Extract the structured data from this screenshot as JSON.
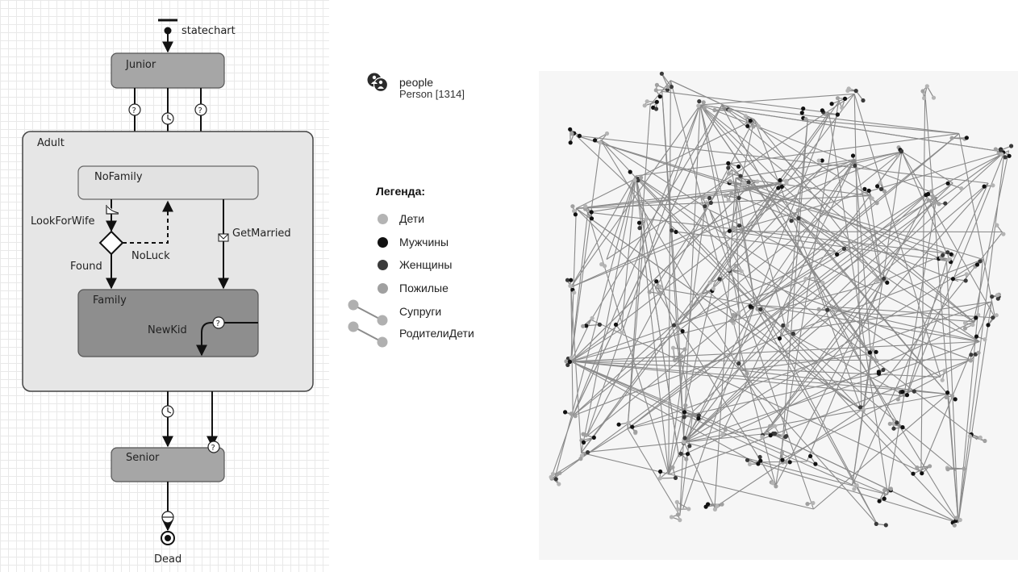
{
  "statechart": {
    "entry_label": "statechart",
    "states": {
      "junior": "Junior",
      "adult": "Adult",
      "nofamily": "NoFamily",
      "family": "Family",
      "senior": "Senior",
      "dead": "Dead"
    },
    "transitions": {
      "look_for_wife": "LookForWife",
      "found": "Found",
      "no_luck": "NoLuck",
      "get_married": "GetMarried",
      "new_kid": "NewKid"
    }
  },
  "agent": {
    "name": "people",
    "type": "Person [1314]",
    "icon": "agents-icon"
  },
  "legend": {
    "title": "Легенда:",
    "items": [
      {
        "label": "Дети",
        "color": "#b4b4b4"
      },
      {
        "label": "Мужчины",
        "color": "#111111"
      },
      {
        "label": "Женщины",
        "color": "#3a3a3a"
      },
      {
        "label": "Пожилые",
        "color": "#a0a0a0"
      }
    ],
    "links": [
      {
        "label": "Супруги",
        "color": "#8c8c8c"
      },
      {
        "label": "РодителиДети",
        "color": "#8c8c8c"
      }
    ]
  },
  "network": {
    "background": "#f6f6f6",
    "link_color": "#8a8a8a",
    "node_colors": [
      "#b4b4b4",
      "#111111",
      "#3a3a3a",
      "#a0a0a0"
    ]
  }
}
